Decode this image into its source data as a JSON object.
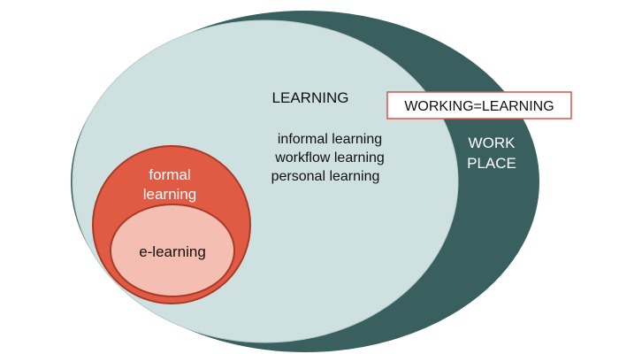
{
  "diagram": {
    "workplace_label_line1": "WORK",
    "workplace_label_line2": "PLACE",
    "learning_label": "LEARNING",
    "learning_items": [
      "informal learning",
      "workflow learning",
      "personal learning"
    ],
    "formal_label_line1": "formal",
    "formal_label_line2": "learning",
    "elearning_label": "e-learning",
    "working_box_label": "WORKING=LEARNING"
  },
  "colors": {
    "workplace": "#3a5f5f",
    "learning": "#cfe0e0",
    "formal": "#e05a44",
    "elearning": "#f4bfb2",
    "box_border": "#d9534f"
  }
}
